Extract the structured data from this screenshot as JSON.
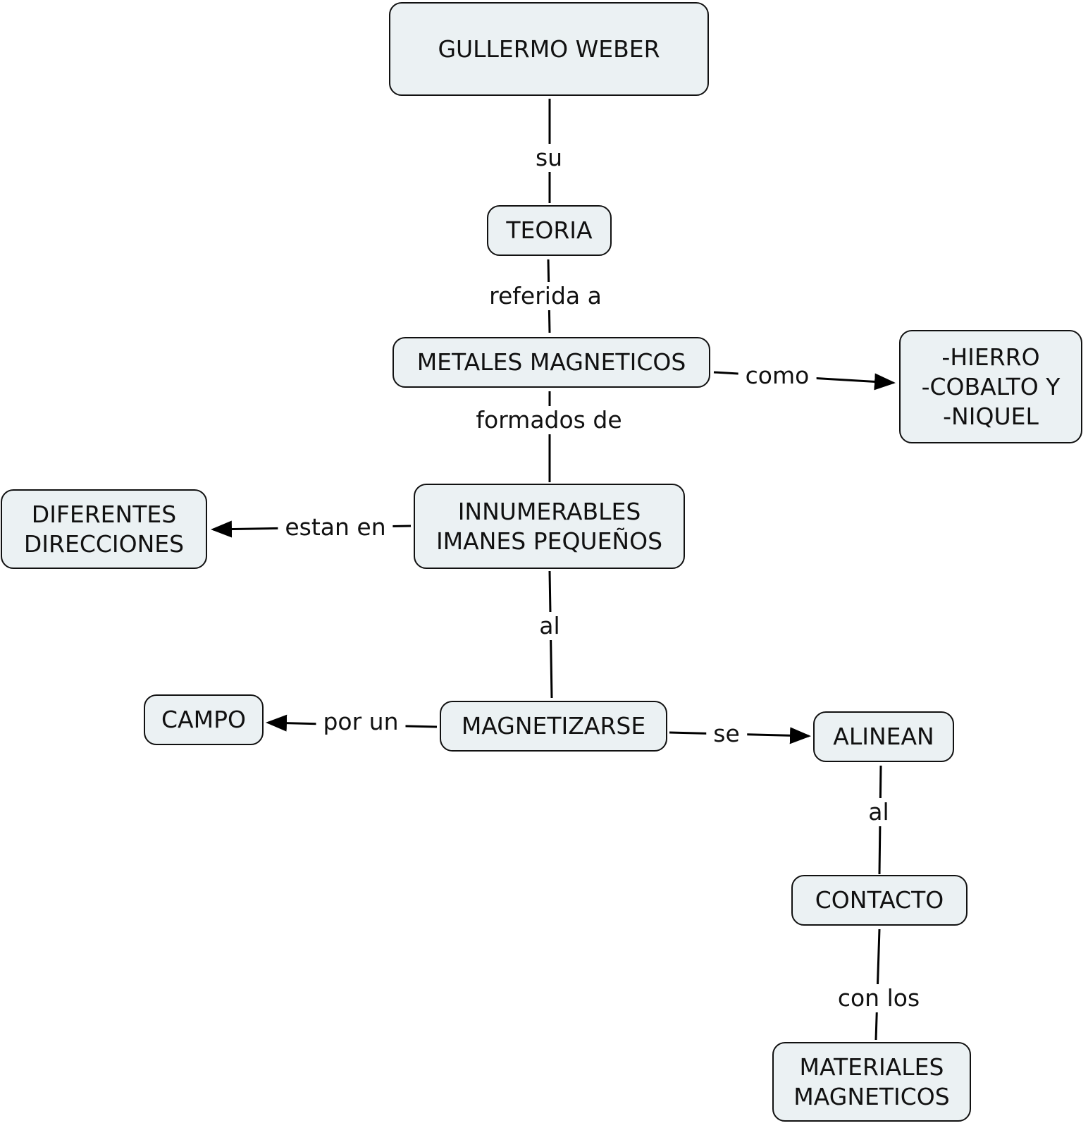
{
  "nodes": {
    "gullermo_weber": "GULLERMO WEBER",
    "teoria": "TEORIA",
    "metales_magneticos": "METALES MAGNETICOS",
    "hierro_cobalto_niquel": "-HIERRO\n-COBALTO Y\n-NIQUEL",
    "innumerables_imanes": "INNUMERABLES\nIMANES PEQUEÑOS",
    "diferentes_direcciones": "DIFERENTES\nDIRECCIONES",
    "magnetizarse": "MAGNETIZARSE",
    "campo": "CAMPO",
    "alinean": "ALINEAN",
    "contacto": "CONTACTO",
    "materiales_magneticos": "MATERIALES\nMAGNETICOS"
  },
  "links": {
    "su": "su",
    "referida_a": "referida a",
    "como": "como",
    "formados_de": "formados de",
    "estan_en": "estan en",
    "al_1": "al",
    "por_un": "por un",
    "se": "se",
    "al_2": "al",
    "con_los": "con los"
  }
}
